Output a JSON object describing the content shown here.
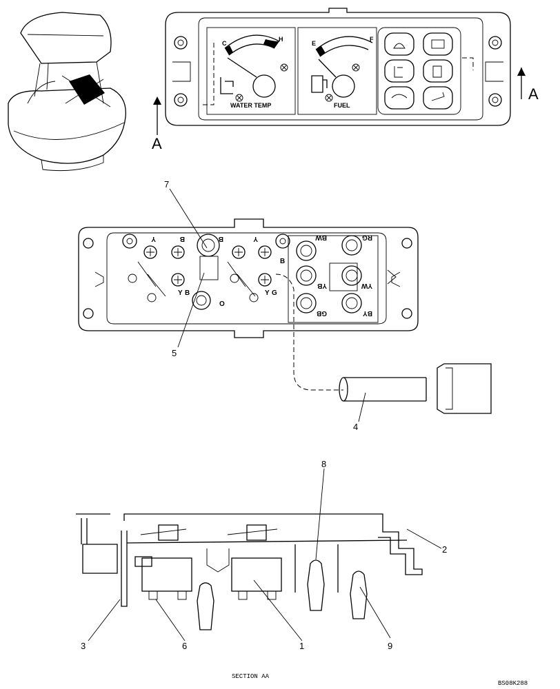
{
  "section_marker_left": "A",
  "section_marker_right": "A",
  "gauges": {
    "water_temp_label": "WATER TEMP",
    "cold_mark": "C",
    "hot_mark": "H",
    "fuel_label": "FUEL",
    "empty_mark": "E",
    "full_mark": "F"
  },
  "wire_codes": [
    "Y",
    "B",
    "Y",
    "B",
    "B",
    "Y",
    "B",
    "Y",
    "G",
    "O",
    "BW",
    "RG",
    "YB",
    "YW",
    "GB",
    "BY"
  ],
  "callouts": [
    "1",
    "2",
    "3",
    "4",
    "5",
    "6",
    "7",
    "8",
    "9"
  ],
  "section_caption": "SECTION AA",
  "drawing_id": "BS08K288"
}
